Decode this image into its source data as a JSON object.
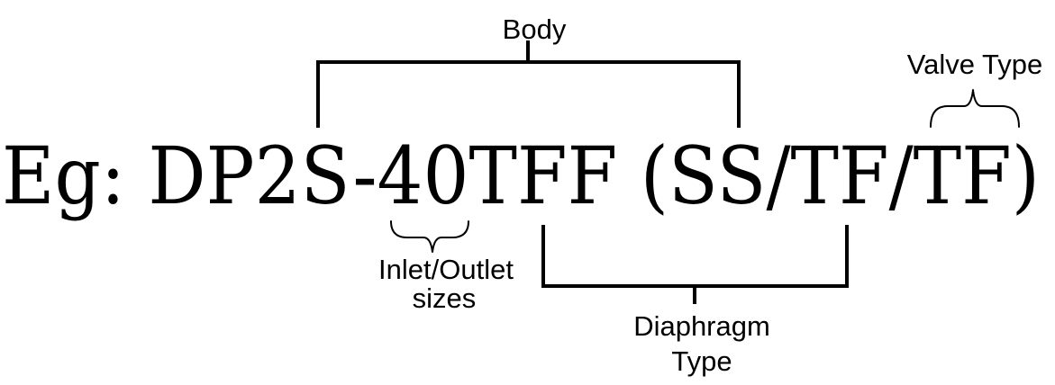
{
  "example": {
    "text": "Eg: DP2S-40TFF  (SS/TF/TF)"
  },
  "labels": {
    "body": "Body",
    "valve_type": "Valve Type",
    "inlet_outlet": {
      "line1": "Inlet/Outlet",
      "line2": "sizes"
    },
    "diaphragm_type": {
      "line1": "Diaphragm",
      "line2": "Type"
    }
  },
  "colors": {
    "ink": "#000000",
    "background": "#ffffff"
  }
}
